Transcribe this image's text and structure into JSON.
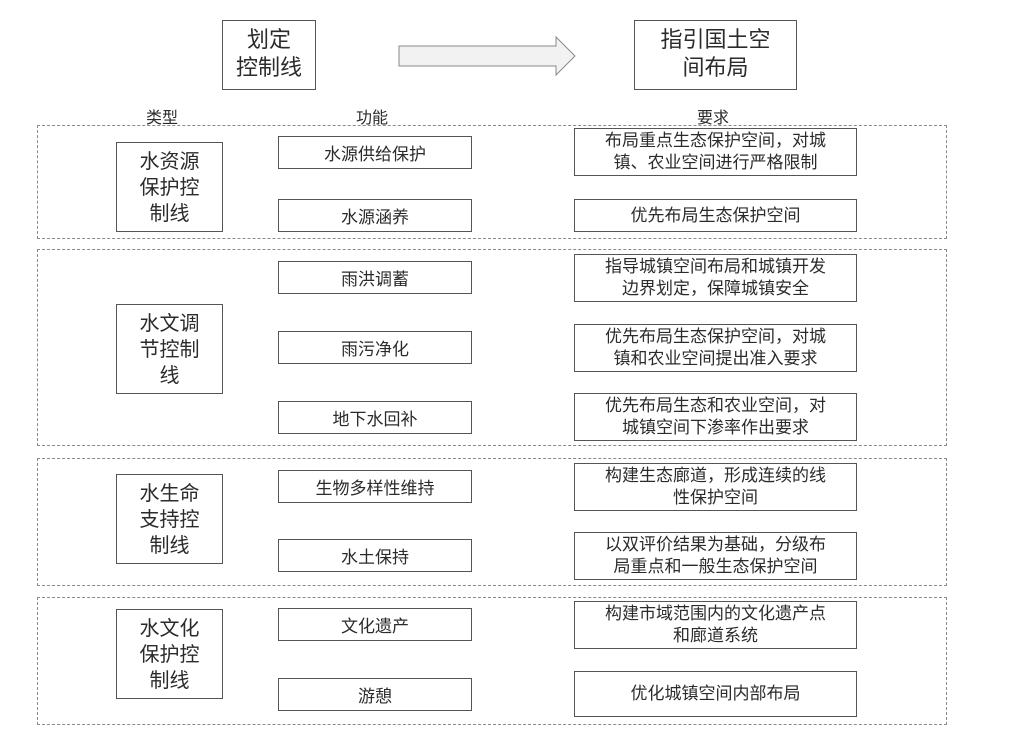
{
  "header": {
    "left_lines": [
      "划定",
      "控制线"
    ],
    "right_lines": [
      "指引国土空",
      "间布局"
    ]
  },
  "columns": {
    "type": "类型",
    "function": "功能",
    "requirement": "要求"
  },
  "groups": [
    {
      "type_lines": [
        "水资源",
        "保护控",
        "制线"
      ],
      "rows": [
        {
          "function": "水源供给保护",
          "requirement_lines": [
            "布局重点生态保护空间，对城",
            "镇、农业空间进行严格限制"
          ]
        },
        {
          "function": "水源涵养",
          "requirement_lines": [
            "优先布局生态保护空间"
          ]
        }
      ]
    },
    {
      "type_lines": [
        "水文调",
        "节控制",
        "线"
      ],
      "rows": [
        {
          "function": "雨洪调蓄",
          "requirement_lines": [
            "指导城镇空间布局和城镇开发",
            "边界划定，保障城镇安全"
          ]
        },
        {
          "function": "雨污净化",
          "requirement_lines": [
            "优先布局生态保护空间，对城",
            "镇和农业空间提出准入要求"
          ]
        },
        {
          "function": "地下水回补",
          "requirement_lines": [
            "优先布局生态和农业空间，对",
            "城镇空间下渗率作出要求"
          ]
        }
      ]
    },
    {
      "type_lines": [
        "水生命",
        "支持控",
        "制线"
      ],
      "rows": [
        {
          "function": "生物多样性维持",
          "requirement_lines": [
            "构建生态廊道，形成连续的线",
            "性保护空间"
          ]
        },
        {
          "function": "水土保持",
          "requirement_lines": [
            "以双评价结果为基础，分级布",
            "局重点和一般生态保护空间"
          ]
        }
      ]
    },
    {
      "type_lines": [
        "水文化",
        "保护控",
        "制线"
      ],
      "rows": [
        {
          "function": "文化遗产",
          "requirement_lines": [
            "构建市域范围内的文化遗产点",
            "和廊道系统"
          ]
        },
        {
          "function": "游憩",
          "requirement_lines": [
            "优化城镇空间内部布局"
          ]
        }
      ]
    }
  ]
}
